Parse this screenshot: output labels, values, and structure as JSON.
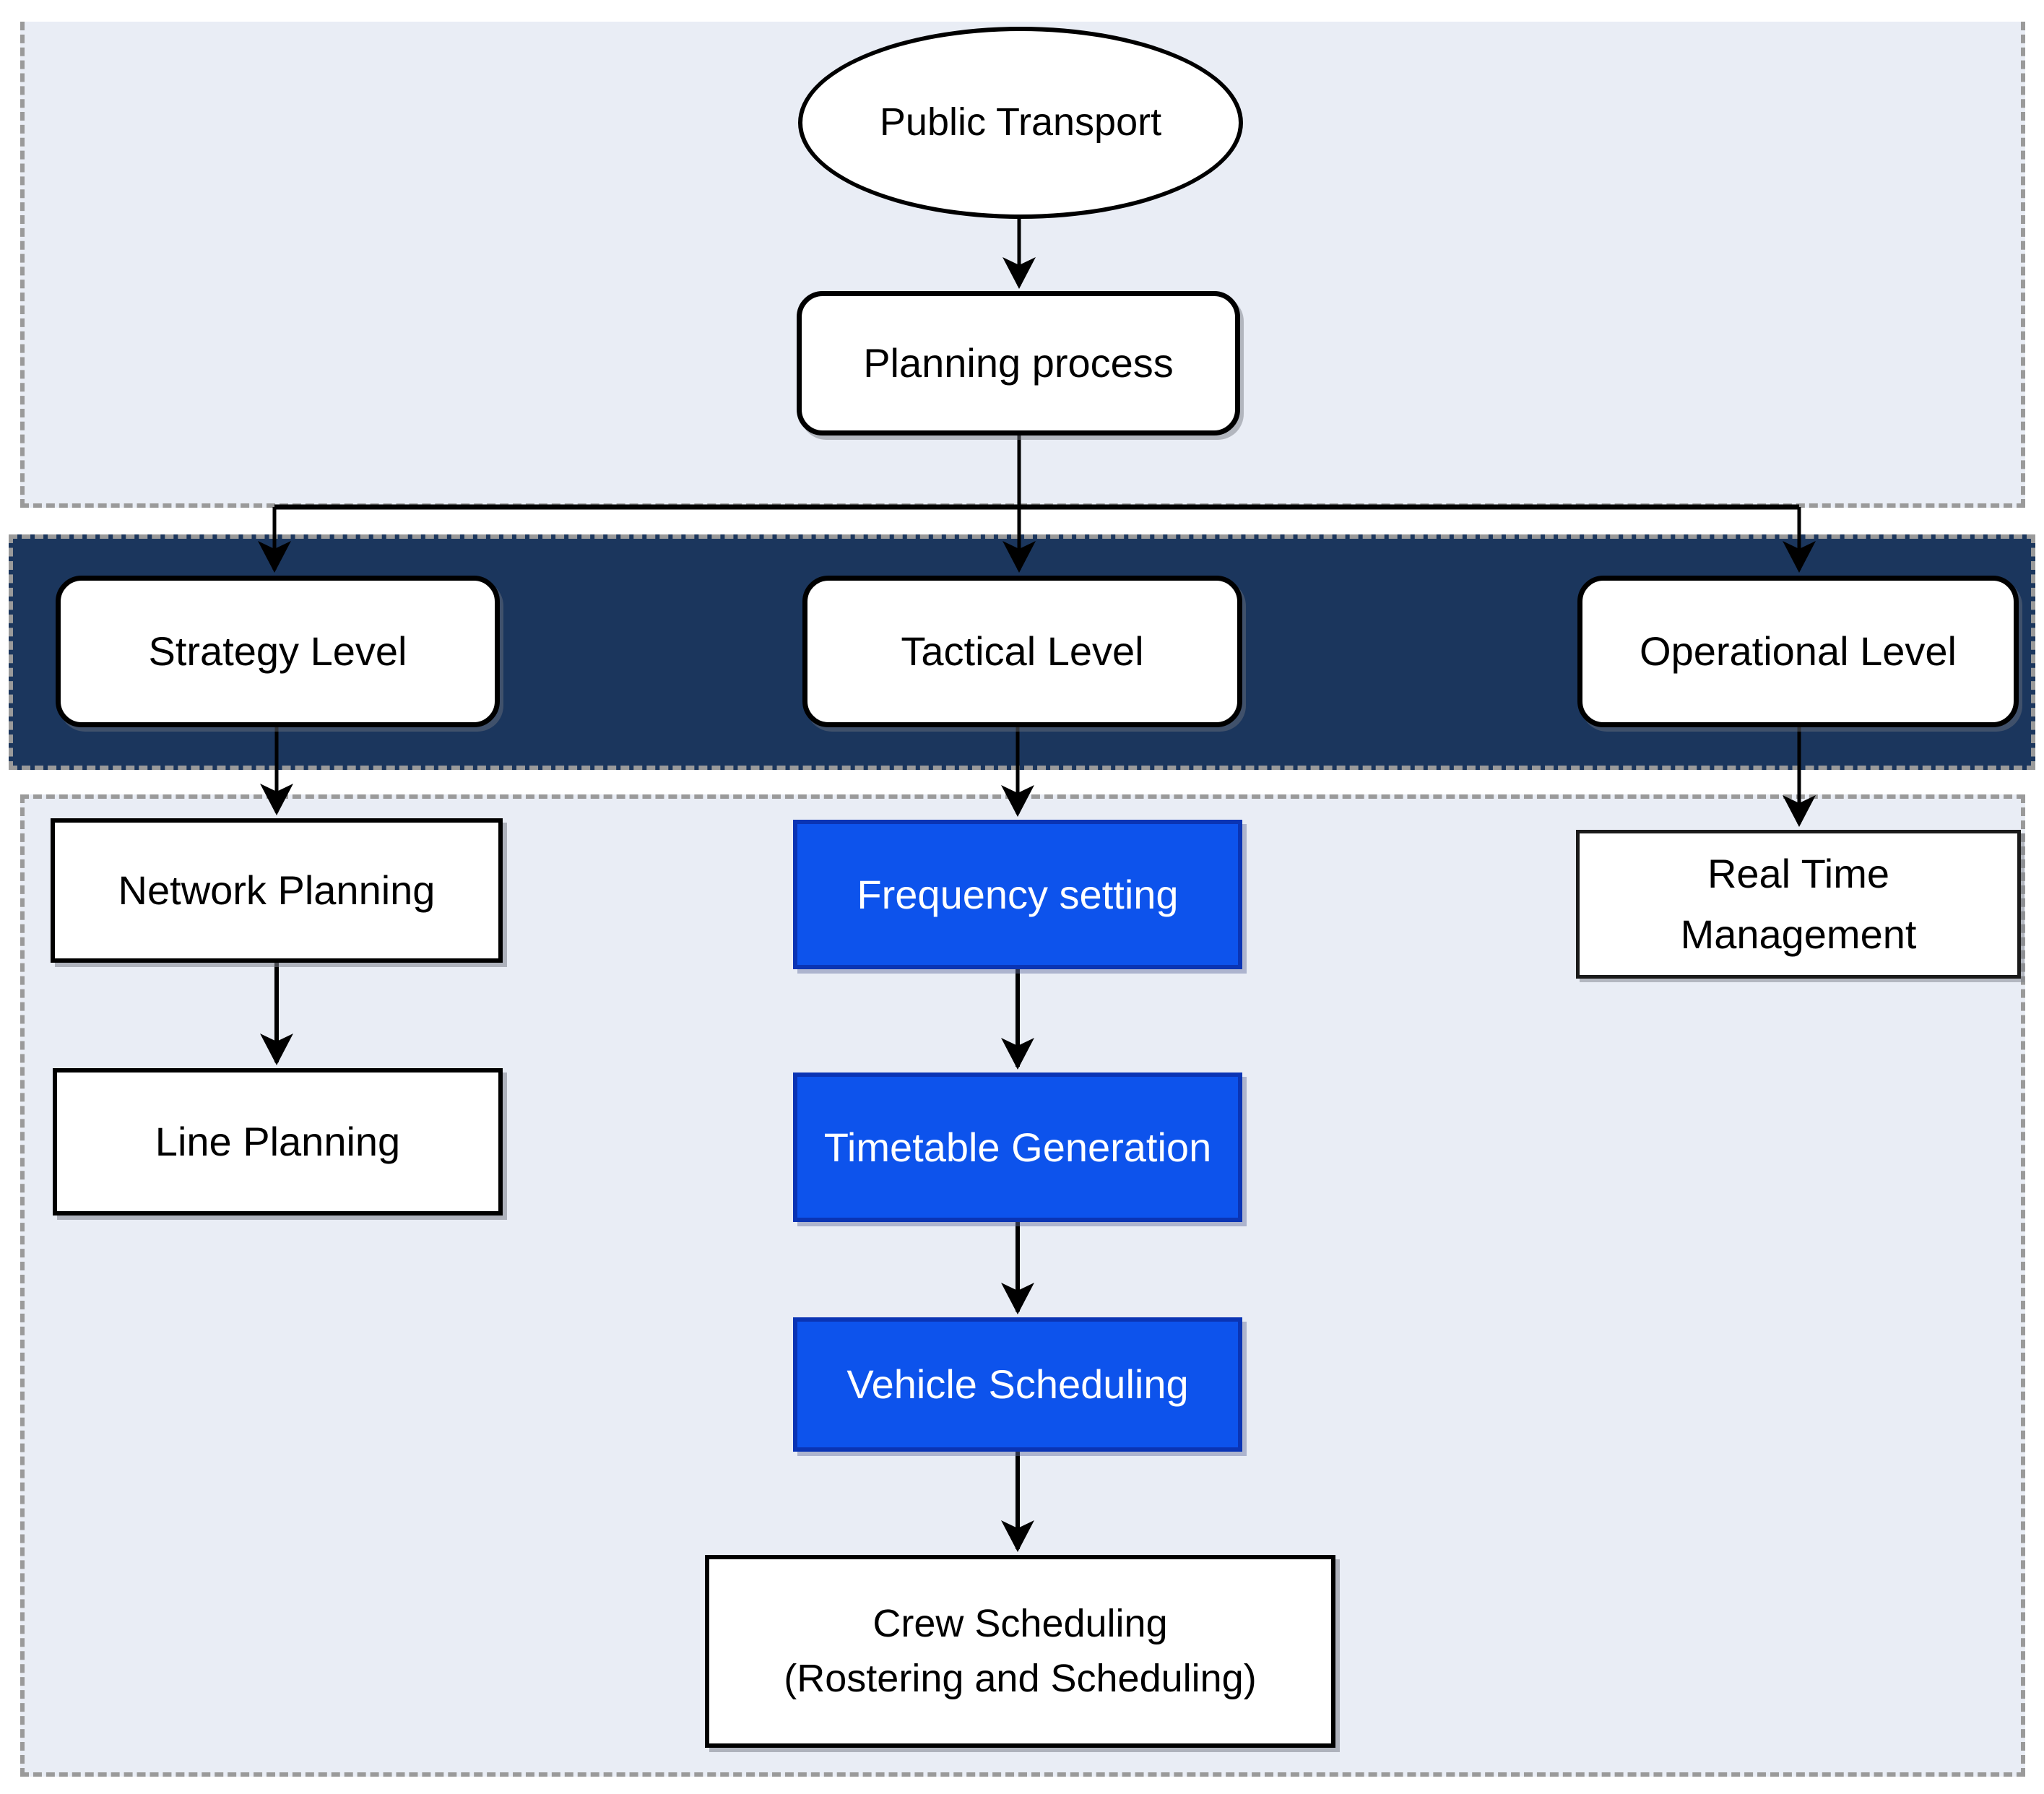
{
  "diagram": {
    "type": "flowchart",
    "topic": "Public transport planning process"
  },
  "nodes": {
    "public_transport": {
      "label": "Public Transport"
    },
    "planning_process": {
      "label": "Planning process"
    },
    "strategy_level": {
      "label": "Strategy Level"
    },
    "tactical_level": {
      "label": "Tactical Level"
    },
    "operational_level": {
      "label": "Operational Level"
    },
    "network_planning": {
      "label": "Network Planning"
    },
    "line_planning": {
      "label": "Line Planning"
    },
    "frequency_setting": {
      "label": "Frequency setting"
    },
    "timetable_generation": {
      "label": "Timetable Generation"
    },
    "vehicle_scheduling": {
      "label": "Vehicle Scheduling"
    },
    "crew_scheduling": {
      "line1": "Crew Scheduling",
      "line2": "(Rostering and Scheduling)"
    },
    "real_time_management": {
      "line1": "Real Time",
      "line2": "Management"
    }
  },
  "edges": [
    {
      "from": "public_transport",
      "to": "planning_process"
    },
    {
      "from": "planning_process",
      "to": "strategy_level"
    },
    {
      "from": "planning_process",
      "to": "tactical_level"
    },
    {
      "from": "planning_process",
      "to": "operational_level"
    },
    {
      "from": "strategy_level",
      "to": "network_planning"
    },
    {
      "from": "network_planning",
      "to": "line_planning"
    },
    {
      "from": "tactical_level",
      "to": "frequency_setting"
    },
    {
      "from": "frequency_setting",
      "to": "timetable_generation"
    },
    {
      "from": "timetable_generation",
      "to": "vehicle_scheduling"
    },
    {
      "from": "vehicle_scheduling",
      "to": "crew_scheduling"
    },
    {
      "from": "operational_level",
      "to": "real_time_management"
    }
  ],
  "colors": {
    "page_background": "#ffffff",
    "section_background": "#e9edf5",
    "levels_band_background": "#1b365d",
    "highlight_box_fill": "#0d53ec",
    "highlight_box_border": "#0a34b4",
    "dashed_border": "#9a9a9a",
    "box_fill": "#ffffff",
    "box_border": "#000000",
    "arrow": "#000000",
    "text_dark": "#000000",
    "text_light": "#ffffff"
  }
}
